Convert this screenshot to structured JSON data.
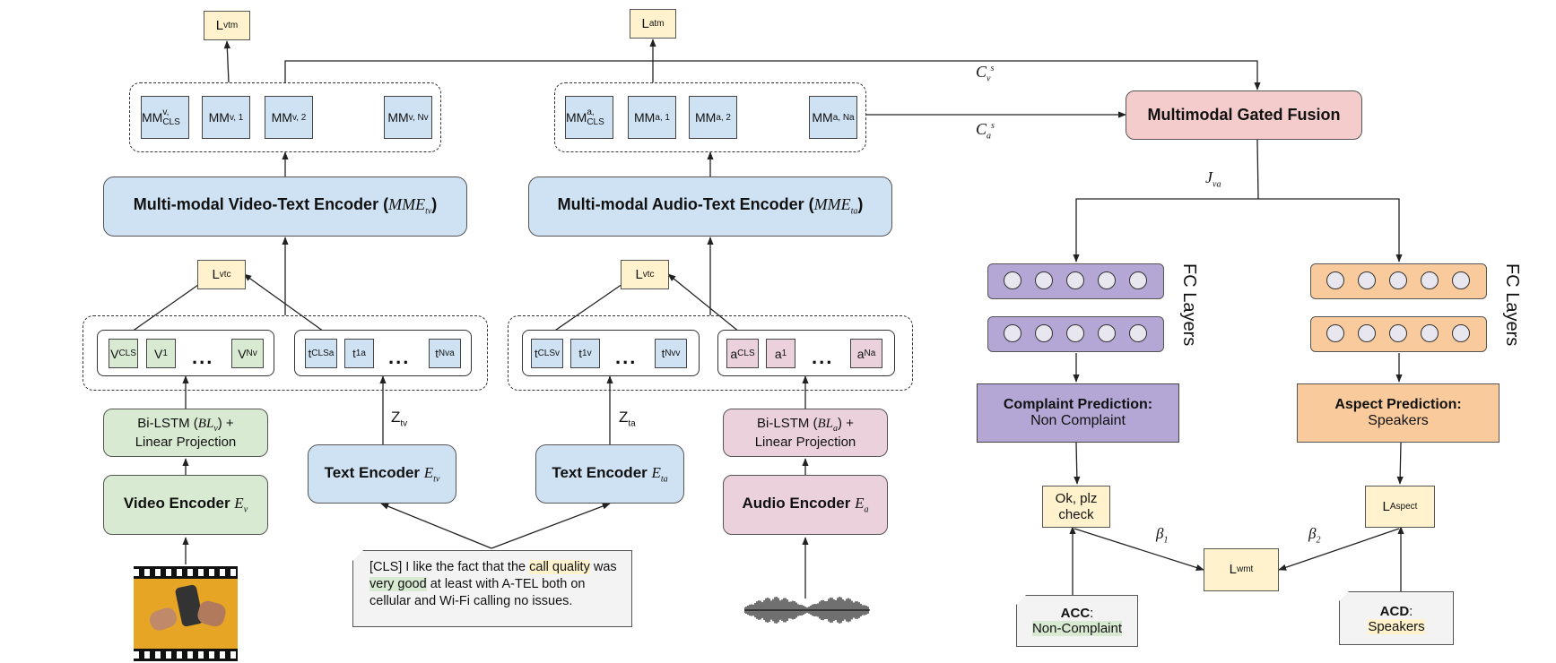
{
  "losses": {
    "vtm": {
      "main": "L",
      "sub": "vtm"
    },
    "atm": {
      "main": "L",
      "sub": "atm"
    },
    "vtc_left": {
      "main": "L",
      "sub": "vtc"
    },
    "vtc_right": {
      "main": "L",
      "sub": "vtc"
    },
    "wmt": {
      "main": "L",
      "sub": "wmt"
    },
    "aspect": {
      "main": "L",
      "sub": "Aspect"
    }
  },
  "mm_video_tokens": [
    {
      "main": "MM",
      "sub": "v, CLS"
    },
    {
      "main": "MM",
      "sub": "v, 1"
    },
    {
      "main": "MM",
      "sub": "v, 2"
    },
    {
      "main": "MM",
      "sub": "v, Nv"
    }
  ],
  "mm_audio_tokens": [
    {
      "main": "MM",
      "sub": "a, CLS"
    },
    {
      "main": "MM",
      "sub": "a, 1"
    },
    {
      "main": "MM",
      "sub": "a, 2"
    },
    {
      "main": "MM",
      "sub": "a, Na"
    }
  ],
  "encoders": {
    "mme_video": {
      "label": "Multi-modal Video-Text Encoder (",
      "symbol": "MME",
      "sub": "tv",
      "close": ")"
    },
    "mme_audio": {
      "label": "Multi-modal Audio-Text Encoder (",
      "symbol": "MME",
      "sub": "ta",
      "close": ")"
    },
    "bilstm_video": {
      "line1": "Bi-LSTM (",
      "symbol": "BL",
      "sub": "v",
      "after": ") +",
      "line2": "Linear Projection"
    },
    "bilstm_audio": {
      "line1": "Bi-LSTM (",
      "symbol": "BL",
      "sub": "a",
      "after": ") +",
      "line2": "Linear Projection"
    },
    "video": {
      "label": "Video Encoder ",
      "symbol": "E",
      "sub": "v"
    },
    "text_tv": {
      "label": "Text Encoder ",
      "symbol": "E",
      "sub": "tv"
    },
    "text_ta": {
      "label": "Text Encoder ",
      "symbol": "E",
      "sub": "ta"
    },
    "audio": {
      "label": "Audio Encoder ",
      "symbol": "E",
      "sub": "a"
    }
  },
  "video_tokens": [
    {
      "main": "V",
      "sub": "CLS"
    },
    {
      "main": "V",
      "sub": "1"
    },
    {
      "main": "V",
      "sub": "Nv"
    }
  ],
  "text_tokens_v": [
    {
      "main": "t",
      "sub": "CLS",
      "sup": "a"
    },
    {
      "main": "t",
      "sub": "1",
      "sup": "a"
    },
    {
      "main": "t",
      "sub": "Nv",
      "sup": "a"
    }
  ],
  "text_tokens_a": [
    {
      "main": "t",
      "sub": "CLS",
      "sup": "v"
    },
    {
      "main": "t",
      "sub": "1",
      "sup": "v"
    },
    {
      "main": "t",
      "sub": "Nv",
      "sup": "v"
    }
  ],
  "audio_tokens": [
    {
      "main": "a",
      "sub": "CLS"
    },
    {
      "main": "a",
      "sub": "1"
    },
    {
      "main": "a",
      "sub": "Na"
    }
  ],
  "ellipsis": "...",
  "z_labels": {
    "tv": {
      "main": "Z",
      "sub": "tv"
    },
    "ta": {
      "main": "Z",
      "sub": "ta"
    }
  },
  "fusion": {
    "title": "Multimodal Gated Fusion"
  },
  "fusion_inputs": {
    "cv": {
      "main": "C",
      "sub": "v",
      "sup": "s"
    },
    "ca": {
      "main": "C",
      "sub": "a",
      "sup": "s"
    },
    "jva": {
      "main": "J",
      "sub": "va"
    }
  },
  "fc_label": "FC Layers",
  "complaint": {
    "title": "Complaint Prediction:",
    "value": "Non Complaint"
  },
  "aspect": {
    "title": "Aspect Prediction:",
    "value": "Speakers"
  },
  "complaint_loss_box": "Ok, plz check",
  "betas": {
    "b1": {
      "main": "β",
      "sub": "1"
    },
    "b2": {
      "main": "β",
      "sub": "2"
    }
  },
  "acc_note": {
    "key": "ACC",
    "sep": ":",
    "value": "Non-Complaint"
  },
  "acd_note": {
    "key": "ACD",
    "sep": ":",
    "value": "Speakers"
  },
  "input_text": {
    "p1": "[CLS] I like the fact that the ",
    "h1": "call quality",
    "p2": "was ",
    "h2": "very good",
    "p3": " at least with A-TEL both on cellular and Wi-Fi calling no issues."
  },
  "colors": {
    "blue": "#cfe2f3",
    "green": "#d9ead3",
    "pink": "#ead1dc",
    "rose": "#f4cccc",
    "purple": "#b4a7d6",
    "orange": "#f9cb9c",
    "yellow": "#fff2cc"
  }
}
